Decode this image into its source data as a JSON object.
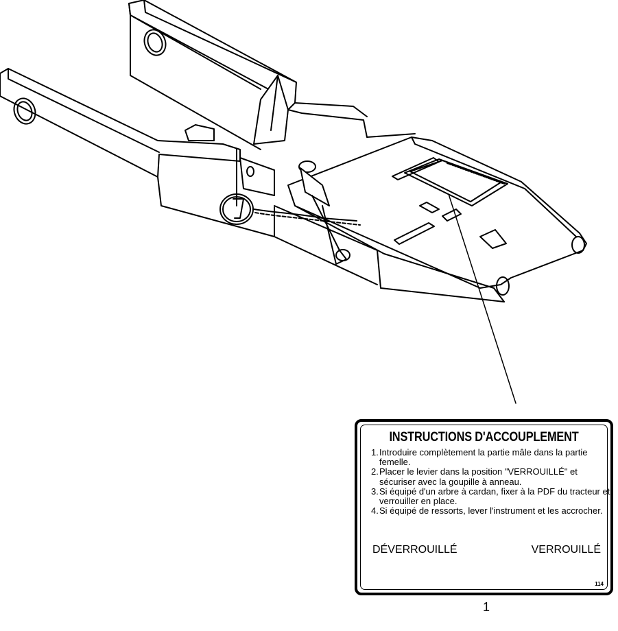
{
  "decal": {
    "title": "INSTRUCTIONS D'ACCOUPLEMENT",
    "steps": [
      {
        "num": "1.",
        "text": "Introduire complètement la partie mâle dans la partie femelle."
      },
      {
        "num": "2.",
        "text": "Placer le levier dans la position \"VERROUILLÉ\" et sécuriser avec la goupille à anneau."
      },
      {
        "num": "3.",
        "text": "Si équipé d'un arbre à cardan, fixer à la PDF du tracteur et verrouiller en place."
      },
      {
        "num": "4.",
        "text": "Si équipé de ressorts, lever l'instrument et les accrocher."
      }
    ],
    "unlocked_label": "DÉVERROUILLÉ",
    "locked_label": "VERROUILLÉ",
    "code": "114"
  },
  "callout": {
    "number": "1"
  }
}
